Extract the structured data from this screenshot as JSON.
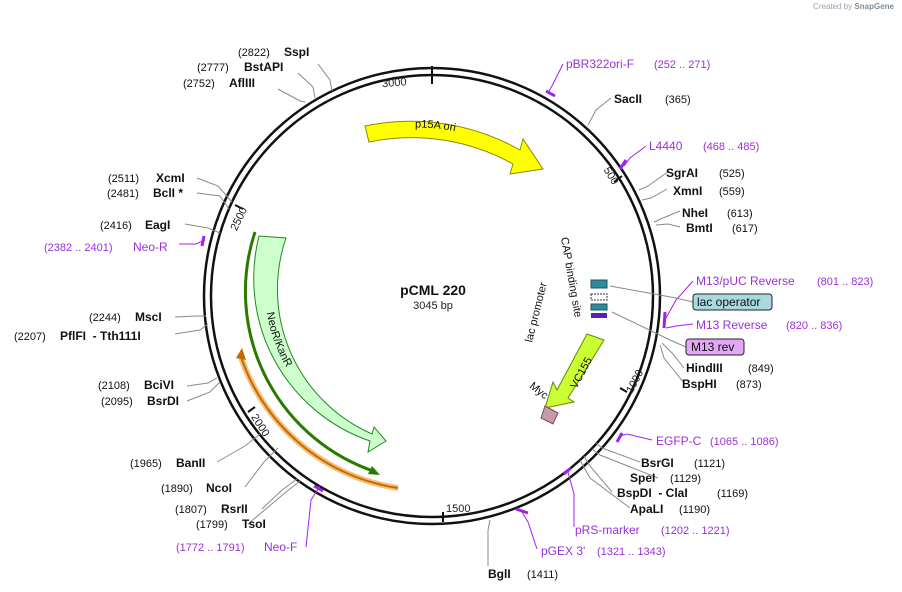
{
  "watermark": {
    "prefix": "Created by",
    "brand": "SnapGene"
  },
  "plasmid": {
    "name": "pCML 220",
    "size": "3045 bp"
  },
  "ticks": [
    {
      "label": "500",
      "angle_deg": 58.9
    },
    {
      "label": "1000",
      "angle_deg": 118.2
    },
    {
      "label": "1500",
      "angle_deg": 177.3
    },
    {
      "label": "2000",
      "angle_deg": 236.4
    },
    {
      "label": "2500",
      "angle_deg": 295.6
    },
    {
      "label": "3000",
      "angle_deg": 354.7
    }
  ],
  "features": [
    {
      "id": "p15a-ori",
      "label": "p15A ori",
      "color": "#ffff00"
    },
    {
      "id": "neor-kanr",
      "label": "NeoR/KanR",
      "color": "#ccffcc"
    },
    {
      "id": "vc155",
      "label": "VC155",
      "color": "#ccff33"
    },
    {
      "id": "cap-binding-site",
      "label": "CAP binding site",
      "color": "#2e8b99"
    },
    {
      "id": "lac-promoter",
      "label": "lac promoter",
      "color": "#ffffff"
    },
    {
      "id": "myc",
      "label": "Myc",
      "color": "#c79aa8"
    }
  ],
  "sites": [
    {
      "name": "SspI",
      "pos": "(2822)"
    },
    {
      "name": "BstAPI",
      "pos": "(2777)"
    },
    {
      "name": "AflIII",
      "pos": "(2752)"
    },
    {
      "name": "XcmI",
      "pos": "(2511)"
    },
    {
      "name": "BclI *",
      "pos": "(2481)"
    },
    {
      "name": "EagI",
      "pos": "(2416)"
    },
    {
      "name": "MscI",
      "pos": "(2244)"
    },
    {
      "name": "PflFI  - Tth111I",
      "pos": "(2207)"
    },
    {
      "name": "BciVI",
      "pos": "(2108)"
    },
    {
      "name": "BsrDI",
      "pos": "(2095)"
    },
    {
      "name": "BanII",
      "pos": "(1965)"
    },
    {
      "name": "NcoI",
      "pos": "(1890)"
    },
    {
      "name": "RsrII",
      "pos": "(1807)"
    },
    {
      "name": "TsoI",
      "pos": "(1799)"
    },
    {
      "name": "SacII",
      "pos": "(365)"
    },
    {
      "name": "SgrAI",
      "pos": "(525)"
    },
    {
      "name": "XmnI",
      "pos": "(559)"
    },
    {
      "name": "NheI",
      "pos": "(613)"
    },
    {
      "name": "BmtI",
      "pos": "(617)"
    },
    {
      "name": "HindIII",
      "pos": "(849)"
    },
    {
      "name": "BspHI",
      "pos": "(873)"
    },
    {
      "name": "BsrGI",
      "pos": "(1121)"
    },
    {
      "name": "SpeI",
      "pos": "(1129)"
    },
    {
      "name": "BspDI  - ClaI",
      "pos": "(1169)"
    },
    {
      "name": "ApaLI",
      "pos": "(1190)"
    },
    {
      "name": "BglI",
      "pos": "(1411)"
    }
  ],
  "primers": [
    {
      "name": "pBR322ori-F",
      "range": "(252 .. 271)"
    },
    {
      "name": "L4440",
      "range": "(468 .. 485)"
    },
    {
      "name": "M13/pUC Reverse",
      "range": "(801 .. 823)"
    },
    {
      "name": "M13 Reverse",
      "range": "(820 .. 836)"
    },
    {
      "name": "EGFP-C",
      "range": "(1065 .. 1086)"
    },
    {
      "name": "pRS-marker",
      "range": "(1202 .. 1221)"
    },
    {
      "name": "pGEX 3'",
      "range": "(1321 .. 1343)"
    },
    {
      "name": "Neo-F",
      "range": "(1772 .. 1791)"
    },
    {
      "name": "Neo-R",
      "range": "(2382 .. 2401)"
    }
  ],
  "boxed": [
    {
      "label": "lac operator",
      "color": "#a8d8e0"
    },
    {
      "label": "M13 rev",
      "color": "#e2a8f5"
    }
  ]
}
